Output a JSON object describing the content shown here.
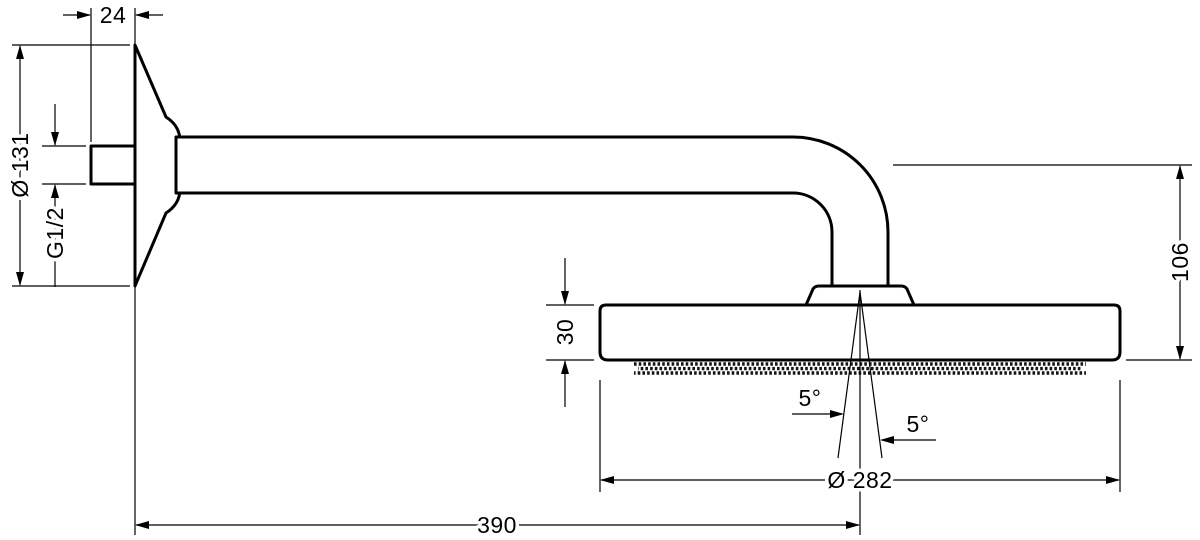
{
  "drawing": {
    "background": "#ffffff",
    "line_color": "#000000",
    "labels": {
      "stub_length": "24",
      "flange_diameter": "Ø 131",
      "thread_size": "G1/2",
      "drop_height": "106",
      "head_thickness": "30",
      "spray_angle_left": "5°",
      "spray_angle_right": "5°",
      "head_diameter": "Ø 282",
      "arm_length": "390"
    }
  }
}
